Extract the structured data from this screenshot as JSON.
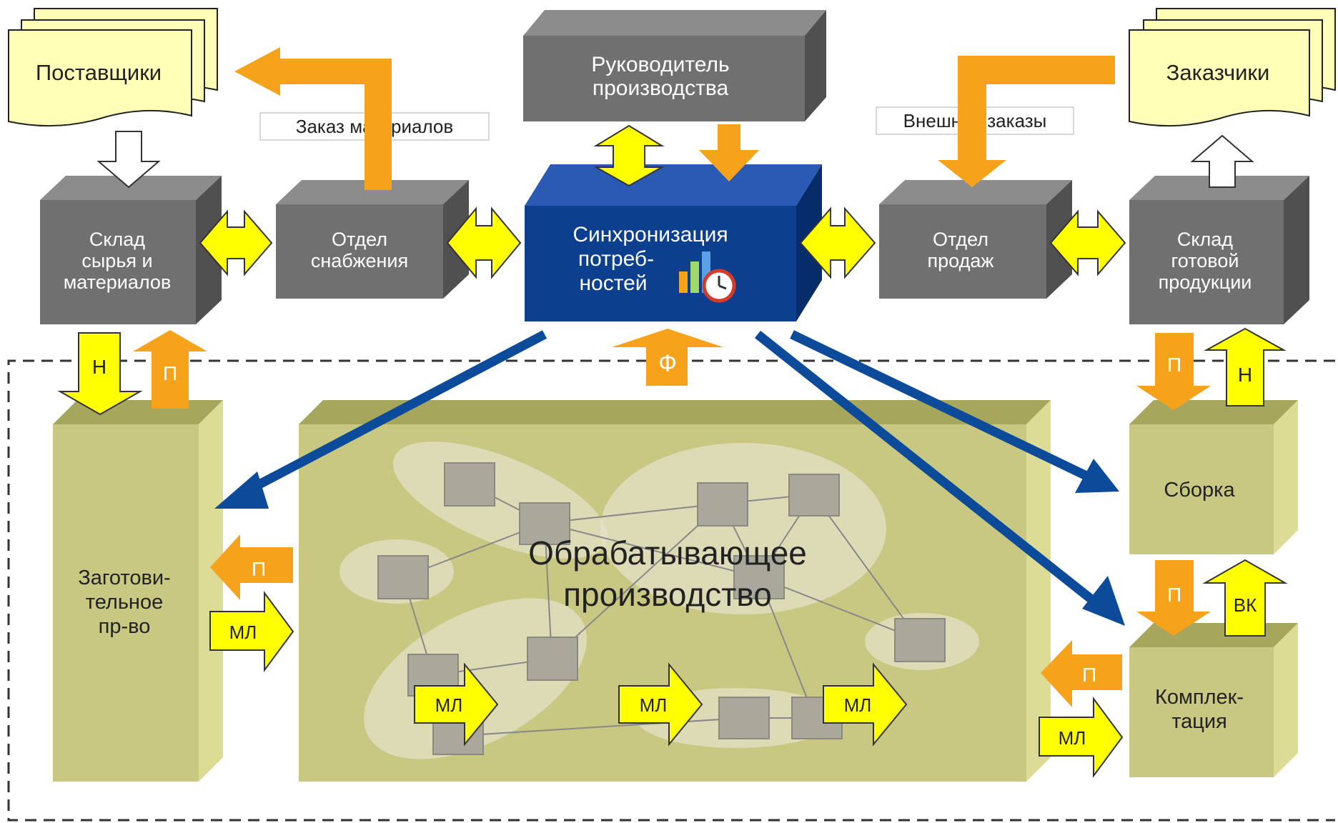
{
  "suppliers": {
    "label": "Поставщики"
  },
  "customers": {
    "label": "Заказчики"
  },
  "production_manager": {
    "lines": [
      "Руководитель",
      "производства"
    ]
  },
  "material_order": {
    "label": "Заказ материалов"
  },
  "external_orders": {
    "label": "Внешние заказы"
  },
  "raw_warehouse": {
    "lines": [
      "Склад",
      "сырья и",
      "материалов"
    ]
  },
  "supply_dept": {
    "lines": [
      "Отдел",
      "снабжения"
    ]
  },
  "sync": {
    "lines": [
      "Синхронизация",
      "потреб-",
      "ностей"
    ]
  },
  "sales_dept": {
    "lines": [
      "Отдел",
      "продаж"
    ]
  },
  "finished_warehouse": {
    "lines": [
      "Склад",
      "готовой",
      "продукции"
    ]
  },
  "procurement": {
    "lines": [
      "Заготови-",
      "тельное",
      "пр-во"
    ]
  },
  "processing": {
    "lines": [
      "Обрабатывающее",
      "производство"
    ]
  },
  "assembly": {
    "label": "Сборка"
  },
  "kitting": {
    "lines": [
      "Комплек-",
      "тация"
    ]
  },
  "arrow_labels": {
    "n": "Н",
    "p": "П",
    "f": "Ф",
    "ml": "МЛ",
    "vk": "ВК"
  },
  "colors": {
    "gray_box": "#707070",
    "gray_top": "#8c8c8c",
    "gray_side": "#505050",
    "blue_box": "#0d3f8f",
    "olive_box": "#c8c882",
    "olive_top": "#a6a65c",
    "olive_side": "#dcdc96",
    "yellow_arrow": "#ffff00",
    "orange_arrow": "#f7a21b",
    "blue_arrow": "#0c4a9a",
    "doc_fill": "#ffffb8"
  }
}
